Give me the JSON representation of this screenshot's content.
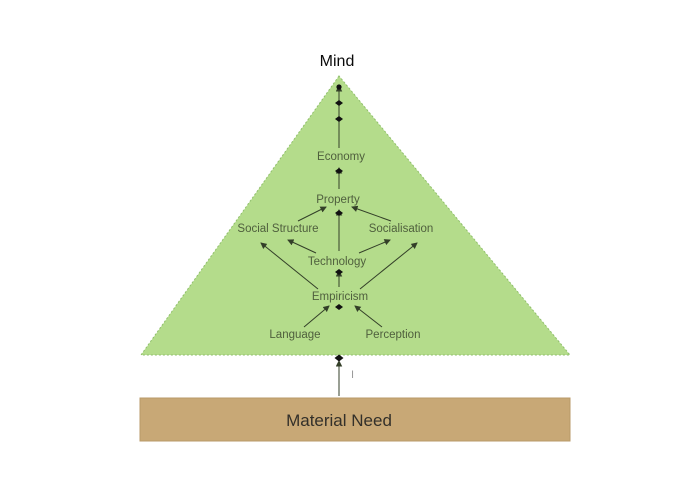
{
  "diagram": {
    "title": "Mind",
    "nodes": {
      "economy": "Economy",
      "property": "Property",
      "social_structure": "Social Structure",
      "socialisation": "Socialisation",
      "technology": "Technology",
      "empiricism": "Empiricism",
      "language": "Language",
      "perception": "Perception"
    },
    "base_box_label": "Material Need",
    "cursor_mark": "I",
    "relations": [
      "Material Need -> pyramid base",
      "Language -> Empiricism",
      "Perception -> Empiricism",
      "Empiricism -> Technology",
      "Empiricism -> Social Structure",
      "Empiricism -> Socialisation",
      "Technology -> Social Structure",
      "Technology -> Socialisation",
      "Technology -> Property",
      "Social Structure -> Property",
      "Socialisation -> Property",
      "Property -> Economy",
      "Economy -> Mind"
    ]
  },
  "colors": {
    "background": "#ffffff",
    "triangle_fill": "#b4dc8b",
    "triangle_border": "#8fbf6b",
    "node_text": "#4f5f3d",
    "arrow": "#333f28",
    "marker": "#111111",
    "box_fill": "#c8a876",
    "box_border": "#b89a68",
    "box_text": "#33302a",
    "title_text": "#0a0a0a",
    "cursor_mark": "#9a9a9a"
  }
}
